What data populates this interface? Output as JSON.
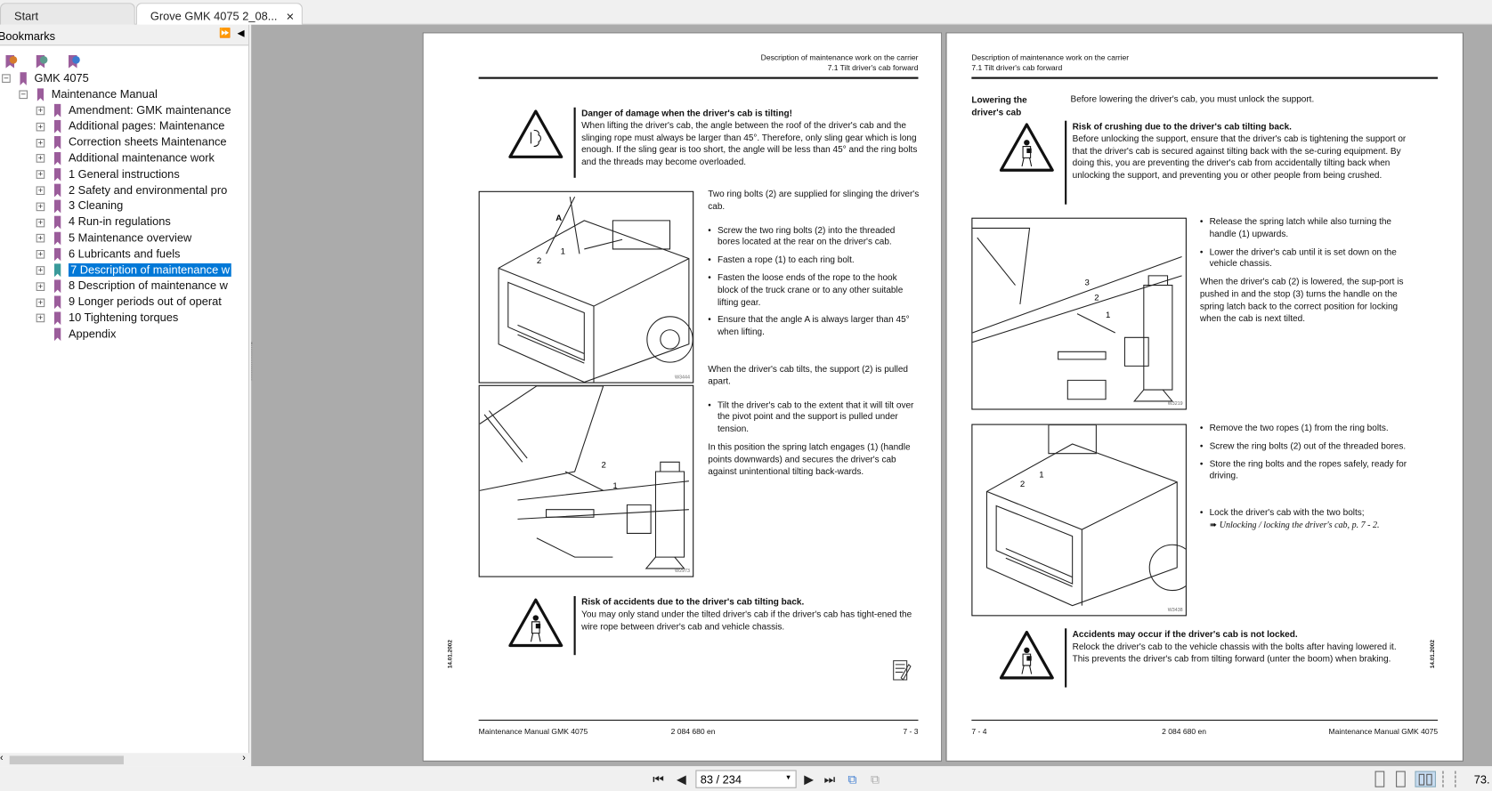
{
  "tabs": [
    {
      "label": "Start"
    },
    {
      "label": "Grove GMK 4075 2_08...",
      "close": "×"
    }
  ],
  "sidebar": {
    "title": "Bookmarks",
    "items": [
      {
        "label": "GMK 4075",
        "level": 0,
        "expander": "−"
      },
      {
        "label": "Maintenance Manual",
        "level": 1,
        "expander": "−"
      },
      {
        "label": "Amendment: GMK maintenance",
        "level": 2,
        "expander": "+"
      },
      {
        "label": "Additional pages: Maintenance",
        "level": 2,
        "expander": "+"
      },
      {
        "label": "Correction sheets Maintenance",
        "level": 2,
        "expander": "+"
      },
      {
        "label": "Additional maintenance work",
        "level": 2,
        "expander": "+"
      },
      {
        "label": "1 General instructions",
        "level": 2,
        "expander": "+"
      },
      {
        "label": "2 Safety and environmental pro",
        "level": 2,
        "expander": "+"
      },
      {
        "label": "3 Cleaning",
        "level": 2,
        "expander": "+"
      },
      {
        "label": "4 Run-in regulations",
        "level": 2,
        "expander": "+"
      },
      {
        "label": "5 Maintenance overview",
        "level": 2,
        "expander": "+"
      },
      {
        "label": "6 Lubricants and fuels",
        "level": 2,
        "expander": "+"
      },
      {
        "label": "7 Description of maintenance w",
        "level": 2,
        "expander": "+",
        "selected": true
      },
      {
        "label": "8 Description of maintenance w",
        "level": 2,
        "expander": "+"
      },
      {
        "label": "9 Longer periods out of operat",
        "level": 2,
        "expander": "+"
      },
      {
        "label": "10 Tightening torques",
        "level": 2,
        "expander": "+"
      },
      {
        "label": "Appendix",
        "level": 2,
        "expander": ""
      }
    ]
  },
  "left_page": {
    "header": [
      "Description of maintenance work on the carrier",
      "7.1 Tilt driver's cab forward"
    ],
    "warn1": {
      "title": "Danger of damage when the driver's cab is tilting!",
      "body": "When lifting the driver's cab, the angle between the roof of the driver's cab and the slinging rope must always be larger than 45°. Therefore, only sling gear which is long enough. If the sling gear is too short, the angle will be less than 45° and the ring bolts and the threads may become overloaded."
    },
    "para1": "Two ring bolts (2) are supplied for slinging the driver's cab.",
    "bullets1": [
      "Screw the two ring bolts (2) into the threaded bores located at the rear on the driver's cab.",
      "Fasten a rope (1) to each ring bolt.",
      "Fasten the loose ends of the rope to the hook block of the truck crane or to any other suitable lifting gear.",
      "Ensure that the angle A is always larger than 45° when lifting."
    ],
    "para2": "When the driver's cab tilts, the support (2) is pulled apart.",
    "bullets2": [
      "Tilt the driver's cab to the extent that it will tilt over the pivot point and the support is pulled under tension."
    ],
    "para3": "In this position the spring latch engages (1) (handle points downwards) and secures the driver's cab against unintentional tilting back-wards.",
    "fig1_code": "W3444",
    "fig2_code": "W2973",
    "warn2": {
      "title": "Risk of accidents due to the driver's cab tilting back.",
      "body": "You may only stand under the tilted driver's cab if the driver's cab has tight-ened the wire rope between driver's cab and vehicle chassis."
    },
    "side_date": "14.01.2002",
    "footer": {
      "left": "Maintenance Manual GMK 4075",
      "center": "2 084 680 en",
      "right": "7 - 3"
    }
  },
  "right_page": {
    "header": [
      "Description of maintenance work on the carrier",
      "7.1 Tilt driver's cab forward"
    ],
    "section_title": "Lowering the driver's cab",
    "intro": "Before lowering the driver's cab, you must unlock the support.",
    "warn1": {
      "title": "Risk of crushing due to the driver's cab tilting back.",
      "body": "Before unlocking the support, ensure that the driver's cab is tightening the support or that the driver's cab is secured against tilting back with the se-curing equipment. By doing this, you are preventing the driver's cab from accidentally tilting back when unlocking the support, and preventing you or other people from being crushed."
    },
    "bullets1": [
      "Release the spring latch while also turning the handle (1) upwards.",
      "Lower the driver's cab until it is set down on the vehicle chassis."
    ],
    "para1": "When the driver's cab (2) is lowered, the sup-port is pushed in and the stop (3) turns the handle on the spring latch back to the correct position for locking when the cab is next tilted.",
    "bullets2": [
      "Remove the two ropes (1) from the ring bolts.",
      "Screw the ring bolts (2) out of the threaded bores.",
      "Store the ring bolts and the ropes safely, ready for driving."
    ],
    "bullet3": "Lock the driver's cab with the two bolts;",
    "xref": "Unlocking / locking the driver's cab, p. 7 - 2.",
    "fig1_code": "W3219",
    "fig2_code": "W3438",
    "warn2": {
      "title": "Accidents may occur if the driver's cab is not locked.",
      "body": "Relock the driver's cab to the vehicle chassis with the bolts after having lowered it. This prevents the driver's cab from tilting forward (unter the boom) when braking."
    },
    "side_date": "14.01.2002",
    "footer": {
      "left": "7 - 4",
      "center": "2 084 680 en",
      "right": "Maintenance Manual GMK 4075"
    }
  },
  "toolbar": {
    "page_value": "83 / 234",
    "zoom": "73."
  },
  "colors": {
    "bookmark": "#9b5d9b",
    "selection": "#0078d7",
    "viewer_bg": "#ababab"
  }
}
